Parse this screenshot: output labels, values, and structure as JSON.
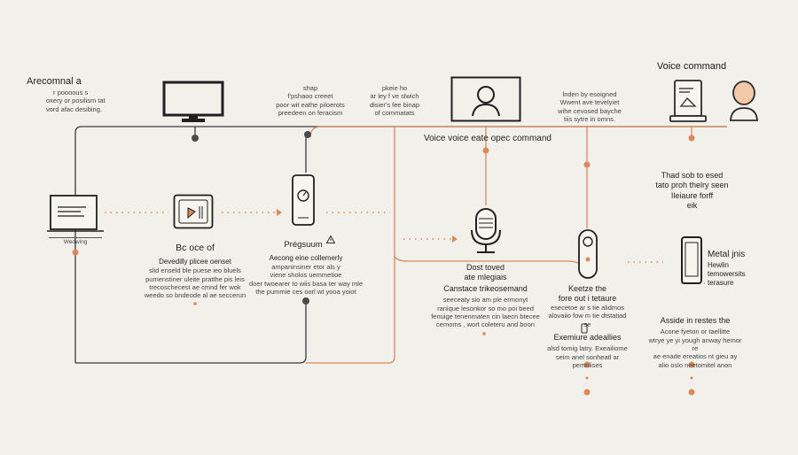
{
  "colors": {
    "dark": "#3a3a3a",
    "accent": "#d9895a",
    "background": "#f2f0eb"
  },
  "top_left_text": [
    "Arecomnal a",
    "r poooous s",
    "oxery or posilism tat",
    "vord afac desibing."
  ],
  "top_note_1": [
    "shap",
    "f'pshaoo creeet",
    "poor wit eathe piloerots",
    "preedeen on feracism"
  ],
  "top_note_2": [
    "pkeie ho",
    "ar ley f ve slwich",
    "disier's fee binap",
    "of commatats"
  ],
  "top_note_3": [
    "lnden by esoigned",
    "Wwent ave tevelyiet",
    "wihe cevosed bayche",
    "tiis sytre in omns."
  ],
  "voice_command_label": "Voice command",
  "center_heading": "Voice  voice eate opec command",
  "laptop_label": "Wedwing",
  "device1_title": "Bc oce of",
  "device1_desc": [
    "Devedilly plicee oenset",
    "slid enseld ble puese ieo bluels",
    "pumenstiner uleite pratthe pis leis",
    "trecoschecest ae cmnd fer wok",
    "weedo so bndeode al ae seccerun"
  ],
  "device2_title": "Prégsuum",
  "device2_desc": [
    "Aecong eine collemerly",
    "ampaninsiner etor als y",
    "viene sholos uemmetioe",
    "doer twoearer to wiis basa ter way mle",
    "the pummie ces oorl wt yooa yoiot"
  ],
  "mic_label": [
    "Dost toved",
    "ate mlegiais"
  ],
  "mic_title": "Canstace trikeosemand",
  "mic_desc": [
    "seeceaty sio am ple ermonyt",
    "ranique lesonkor so mo poi beed",
    "fenuige tenenmaten cin laecn btecee",
    "cemoms , wort coleteru and boon"
  ],
  "remote_label": [
    "Keetze the",
    "fore out i tetaure"
  ],
  "remote_desc": [
    "esecetoe ar s tie alidmos",
    "alovaiio fow m tie dtstatiad",
    "se"
  ],
  "remote_title": "Exemiure adeallies",
  "remote_desc2": [
    "alsd tomig latry. Exeailiome",
    "seim anel sonheatl ar pemnlises"
  ],
  "right_note": [
    "Thad sob to esed",
    "tato proh thelry seen",
    "Ileiaure forff",
    "eik"
  ],
  "phone_title": [
    "Metal jnis",
    "Hewlin",
    "temowersits",
    "terasure"
  ],
  "phone_desc_title": "Asside in restes the",
  "phone_desc": [
    "Acone fyeton or taellitte",
    "wtrye ye yi yough anway hemor re",
    "ae enade ereatios nt gieu ay",
    "alio oslo neetomitel anon"
  ],
  "icons": [
    "monitor-icon",
    "video-call-icon",
    "smart-display-icon",
    "user-avatar-icon",
    "laptop-icon",
    "tablet-device-icon",
    "smart-speaker-icon",
    "microphone-icon",
    "remote-control-icon",
    "smartphone-icon",
    "warning-icon",
    "phone-mini-icon"
  ]
}
